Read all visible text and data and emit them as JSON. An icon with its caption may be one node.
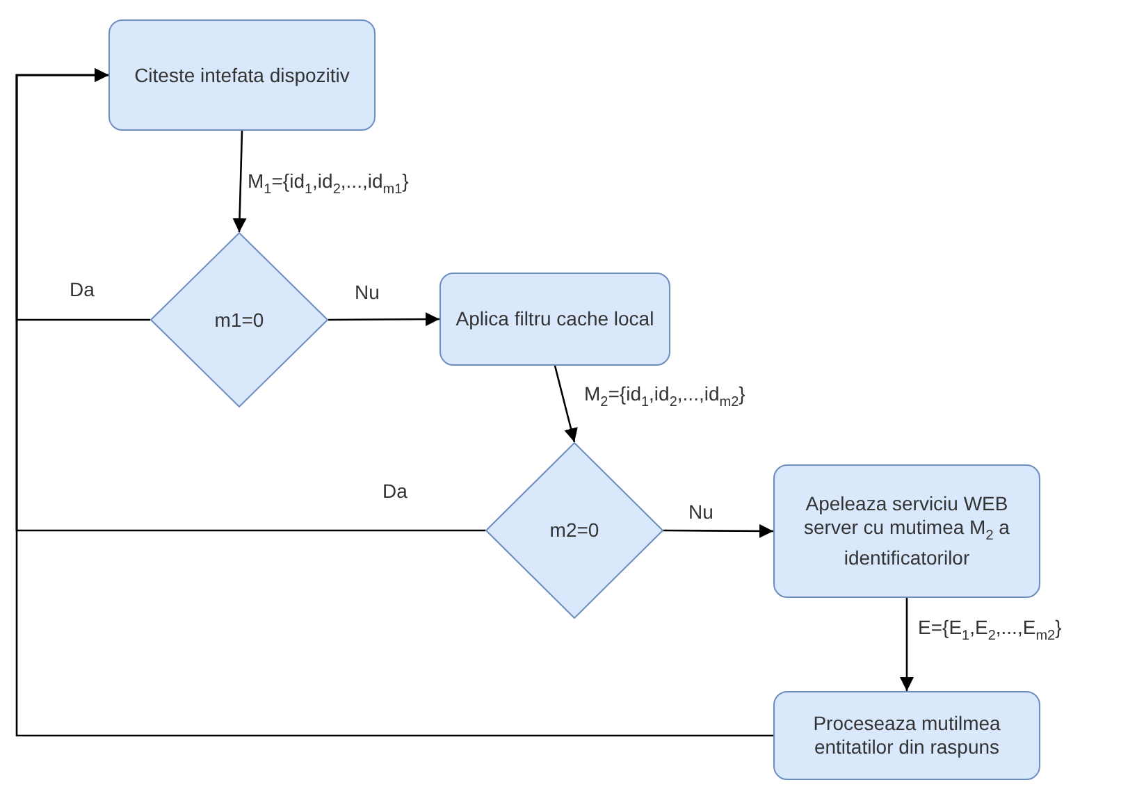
{
  "diagram": {
    "nodes": [
      {
        "text": [
          "Citeste intefata dispozitiv"
        ]
      },
      {
        "text": [
          "m1=0"
        ]
      },
      {
        "text": [
          "Aplica filtru cache local"
        ]
      },
      {
        "text": [
          "m2=0"
        ]
      },
      {
        "text": [
          "Apeleaza serviciu WEB server cu mutimea M$_{2}$ a identificatorilor"
        ]
      },
      {
        "text": [
          "Proceseaza mutilmea entitatilor din raspuns"
        ]
      }
    ],
    "edges": [
      {
        "from": 0,
        "to": 1,
        "arrow": "to",
        "label": "M$_{1}$={id$_{1}$,id$_{2}$,...,id$_{m1}$}"
      },
      {
        "from": 1,
        "to": 0,
        "arrow": "to",
        "label": "Da"
      },
      {
        "from": 1,
        "to": 2,
        "arrow": "to",
        "label": "Nu"
      },
      {
        "from": 2,
        "to": 3,
        "arrow": "to",
        "label": "M$_{2}$={id$_{1}$,id$_{2}$,...,id$_{m2}$}"
      },
      {
        "from": 3,
        "to": 0,
        "arrow": "to",
        "label": "Da"
      },
      {
        "from": 3,
        "to": 4,
        "arrow": "to",
        "label": "Nu"
      },
      {
        "from": 4,
        "to": 5,
        "arrow": "to",
        "label": "E={E$_{1}$,E$_{2}$,...,E$_{m2}$}"
      },
      {
        "from": 5,
        "to": 0,
        "arrow": "to"
      }
    ]
  }
}
